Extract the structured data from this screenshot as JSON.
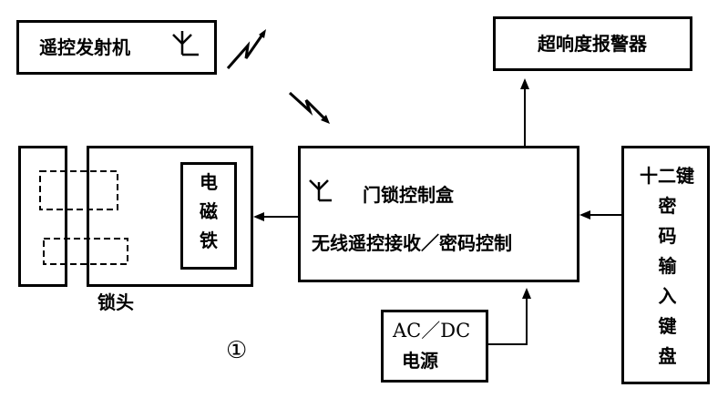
{
  "transmitter": {
    "label": "遥控发射机"
  },
  "alarm": {
    "label": "超响度报警器"
  },
  "control_box": {
    "title": "门锁控制盒",
    "subtitle": "无线遥控接收／密码控制"
  },
  "magnet": {
    "label": "电磁铁"
  },
  "lock": {
    "label": "锁头"
  },
  "power": {
    "line1": "AC／DC",
    "line2": "电源"
  },
  "keypad": {
    "label": "十二键密码输入键盘"
  },
  "figure": {
    "number": "①"
  },
  "icons": [
    "antenna-icon",
    "radio-signal-icon",
    "arrow-icon"
  ]
}
